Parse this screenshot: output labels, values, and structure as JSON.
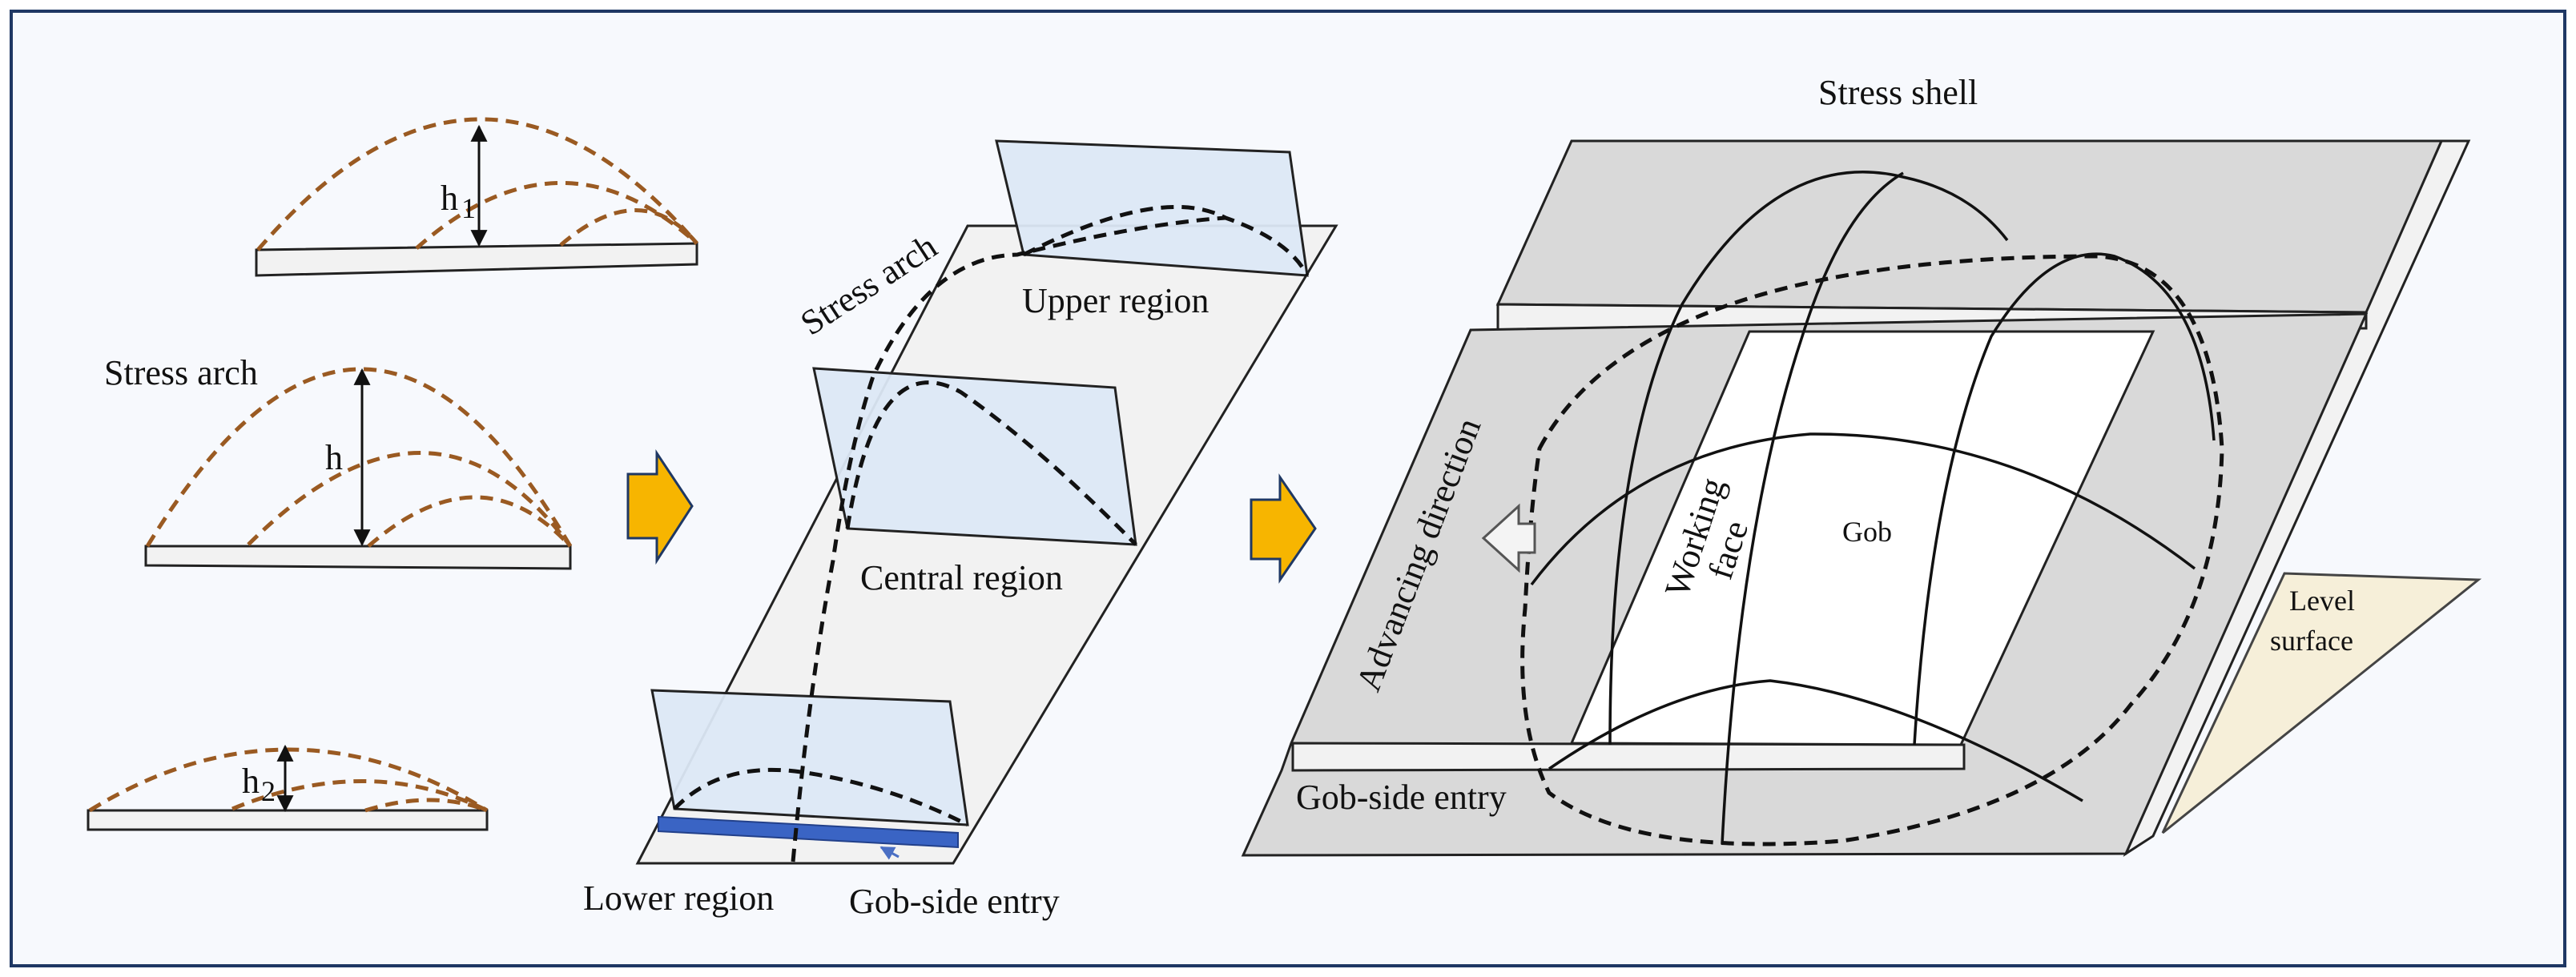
{
  "colors": {
    "frame_border": "#1f3864",
    "background": "#f7f9fd",
    "arch_dashed": "#9a5a22",
    "panel_blue": "#dce8f5",
    "strip_gray": "#f2f2f2",
    "shell_gray": "#d9d9d9",
    "level_surface": "#f6efd9",
    "arrow_yellow": "#f7b500",
    "gob_entry_blue": "#3a64c4"
  },
  "left": {
    "stress_arch_label": "Stress arch",
    "h1_label": "h",
    "h1_sub": "1",
    "h_label": "h",
    "h2_label": "h",
    "h2_sub": "2"
  },
  "middle": {
    "stress_arch_label": "Stress arch",
    "upper_region_label": "Upper  region",
    "central_region_label": "Central  region",
    "lower_region_label": "Lower  region",
    "gob_side_entry_label": "Gob-side entry"
  },
  "right": {
    "stress_shell_label": "Stress shell",
    "advancing_direction_label": "Advancing direction",
    "working_face_label_1": "Working",
    "working_face_label_2": "face",
    "gob_label": "Gob",
    "level_surface_label_1": "Level",
    "level_surface_label_2": "surface",
    "gob_side_entry_label": "Gob-side entry"
  },
  "icons": [
    "right-arrow-icon",
    "left-arrow-icon"
  ]
}
